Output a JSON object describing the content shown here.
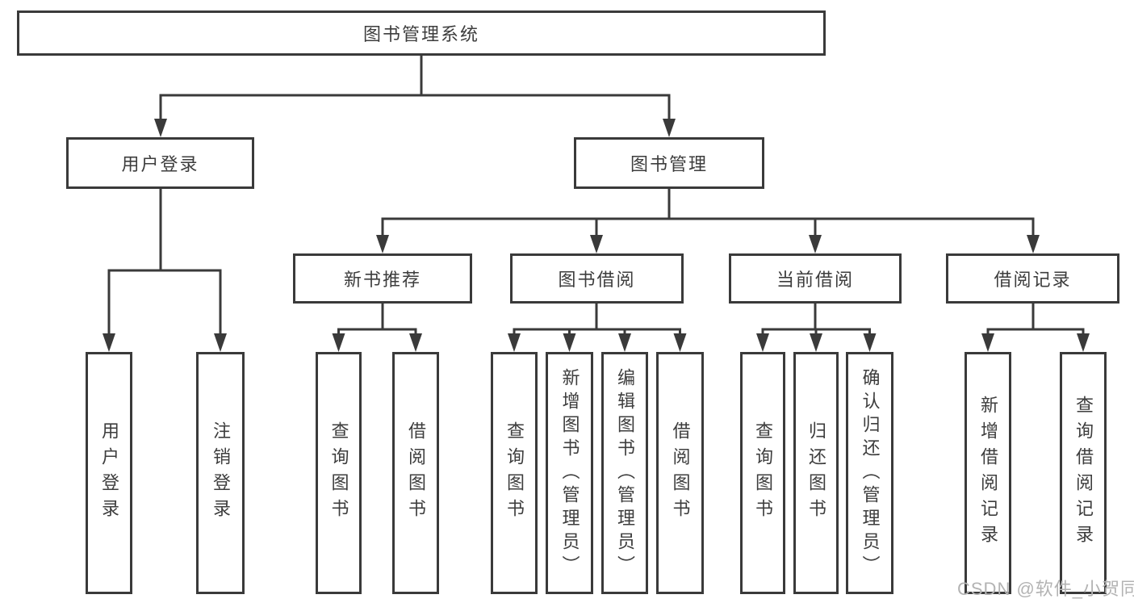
{
  "diagram": {
    "root": {
      "label": "图书管理系统",
      "children": [
        {
          "label": "用户登录",
          "children": [
            {
              "label": "用户登录"
            },
            {
              "label": "注销登录"
            }
          ]
        },
        {
          "label": "图书管理",
          "children": [
            {
              "label": "新书推荐",
              "children": [
                {
                  "label": "查询图书"
                },
                {
                  "label": "借阅图书"
                }
              ]
            },
            {
              "label": "图书借阅",
              "children": [
                {
                  "label": "查询图书"
                },
                {
                  "label": "新增图书（管理员）"
                },
                {
                  "label": "编辑图书（管理员）"
                },
                {
                  "label": "借阅图书"
                }
              ]
            },
            {
              "label": "当前借阅",
              "children": [
                {
                  "label": "查询图书"
                },
                {
                  "label": "归还图书"
                },
                {
                  "label": "确认归还（管理员）"
                }
              ]
            },
            {
              "label": "借阅记录",
              "children": [
                {
                  "label": "新增借阅记录"
                },
                {
                  "label": "查询借阅记录"
                }
              ]
            }
          ]
        }
      ]
    },
    "watermark": "CSDN @软件_小贺同学",
    "colors": {
      "line": "#3a3a3a",
      "text": "#3d3d3d",
      "box_background": "#ffffff",
      "watermark": "#b3b3b3"
    }
  }
}
